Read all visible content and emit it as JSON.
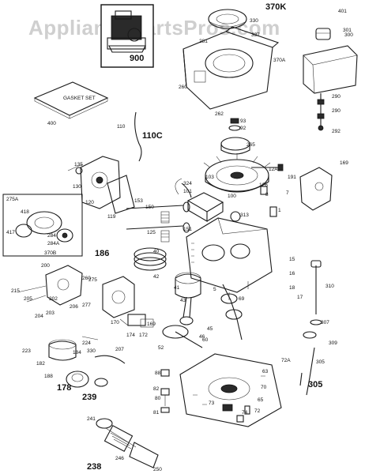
{
  "watermark": "AppliancePartsPros.com",
  "inset_labels": {
    "gasket_set": "GASKET SET"
  },
  "callouts": [
    {
      "id": "c370K",
      "label": "370K",
      "big": true
    },
    {
      "id": "c330",
      "label": "330"
    },
    {
      "id": "c337",
      "label": "337"
    },
    {
      "id": "c401",
      "label": "401"
    },
    {
      "id": "c301",
      "label": "301"
    },
    {
      "id": "c300",
      "label": "300"
    },
    {
      "id": "c281",
      "label": "281"
    },
    {
      "id": "c370A",
      "label": "370A"
    },
    {
      "id": "c260",
      "label": "260"
    },
    {
      "id": "c900",
      "label": "900",
      "big": true
    },
    {
      "id": "c290",
      "label": "290"
    },
    {
      "id": "c290b",
      "label": "290"
    },
    {
      "id": "c292",
      "label": "292"
    },
    {
      "id": "c400",
      "label": "400"
    },
    {
      "id": "c262",
      "label": "262"
    },
    {
      "id": "c93",
      "label": "93"
    },
    {
      "id": "c92",
      "label": "92"
    },
    {
      "id": "c110",
      "label": "110"
    },
    {
      "id": "c110C",
      "label": "110C",
      "big": true
    },
    {
      "id": "c265",
      "label": "265"
    },
    {
      "id": "c135",
      "label": "135"
    },
    {
      "id": "c130",
      "label": "130"
    },
    {
      "id": "c103",
      "label": "103"
    },
    {
      "id": "c324",
      "label": "324"
    },
    {
      "id": "c126",
      "label": "126"
    },
    {
      "id": "c12A",
      "label": "12A"
    },
    {
      "id": "c191",
      "label": "191"
    },
    {
      "id": "c169",
      "label": "169"
    },
    {
      "id": "c101",
      "label": "101"
    },
    {
      "id": "c100",
      "label": "100"
    },
    {
      "id": "c275A",
      "label": "275A"
    },
    {
      "id": "c418",
      "label": "418"
    },
    {
      "id": "c417",
      "label": "417"
    },
    {
      "id": "c284",
      "label": "284"
    },
    {
      "id": "c284A",
      "label": "284A"
    },
    {
      "id": "c120",
      "label": "120"
    },
    {
      "id": "c119",
      "label": "119"
    },
    {
      "id": "c150",
      "label": "150"
    },
    {
      "id": "c153",
      "label": "153"
    },
    {
      "id": "c125",
      "label": "125"
    },
    {
      "id": "c151",
      "label": "151"
    },
    {
      "id": "c313",
      "label": "313"
    },
    {
      "id": "c7",
      "label": "7"
    },
    {
      "id": "c8",
      "label": "8"
    },
    {
      "id": "c1",
      "label": "1"
    },
    {
      "id": "c370B",
      "label": "370B"
    },
    {
      "id": "c186",
      "label": "186",
      "big": true
    },
    {
      "id": "c200",
      "label": "200"
    },
    {
      "id": "c40",
      "label": "40"
    },
    {
      "id": "c42",
      "label": "42"
    },
    {
      "id": "c260b",
      "label": "260"
    },
    {
      "id": "c275",
      "label": "275"
    },
    {
      "id": "c15",
      "label": "15"
    },
    {
      "id": "c16",
      "label": "16"
    },
    {
      "id": "c18",
      "label": "18"
    },
    {
      "id": "c17",
      "label": "17"
    },
    {
      "id": "c310",
      "label": "310"
    },
    {
      "id": "c215",
      "label": "215"
    },
    {
      "id": "c205",
      "label": "205"
    },
    {
      "id": "c202",
      "label": "202"
    },
    {
      "id": "c206",
      "label": "206"
    },
    {
      "id": "c204",
      "label": "204"
    },
    {
      "id": "c203",
      "label": "203"
    },
    {
      "id": "c277",
      "label": "277"
    },
    {
      "id": "c41",
      "label": "41"
    },
    {
      "id": "c43",
      "label": "43"
    },
    {
      "id": "c5",
      "label": "5"
    },
    {
      "id": "c69",
      "label": "69"
    },
    {
      "id": "c307",
      "label": "307"
    },
    {
      "id": "c170",
      "label": "170"
    },
    {
      "id": "c174",
      "label": "174"
    },
    {
      "id": "c172",
      "label": "172"
    },
    {
      "id": "c169b",
      "label": "169"
    },
    {
      "id": "c45",
      "label": "45"
    },
    {
      "id": "c46",
      "label": "46"
    },
    {
      "id": "c60",
      "label": "60"
    },
    {
      "id": "c223",
      "label": "223"
    },
    {
      "id": "c224",
      "label": "224"
    },
    {
      "id": "c182",
      "label": "182"
    },
    {
      "id": "c184",
      "label": "184"
    },
    {
      "id": "c330b",
      "label": "330"
    },
    {
      "id": "c207",
      "label": "207"
    },
    {
      "id": "c52",
      "label": "52"
    },
    {
      "id": "c309",
      "label": "309"
    },
    {
      "id": "c188",
      "label": "188"
    },
    {
      "id": "c178",
      "label": "178",
      "big": true
    },
    {
      "id": "c239",
      "label": "239",
      "big": true
    },
    {
      "id": "c88",
      "label": "88"
    },
    {
      "id": "c305",
      "label": "305"
    },
    {
      "id": "c72A",
      "label": "72A"
    },
    {
      "id": "c63",
      "label": "63"
    },
    {
      "id": "c70",
      "label": "70"
    },
    {
      "id": "c305b",
      "label": "305",
      "big": true
    },
    {
      "id": "c82",
      "label": "82"
    },
    {
      "id": "c80",
      "label": "80"
    },
    {
      "id": "c73",
      "label": "73"
    },
    {
      "id": "c65",
      "label": "65"
    },
    {
      "id": "c74",
      "label": "74"
    },
    {
      "id": "c72",
      "label": "72"
    },
    {
      "id": "c81",
      "label": "81"
    },
    {
      "id": "c241",
      "label": "241"
    },
    {
      "id": "c246",
      "label": "246"
    },
    {
      "id": "c250",
      "label": "250"
    },
    {
      "id": "c238",
      "label": "238",
      "big": true
    }
  ]
}
